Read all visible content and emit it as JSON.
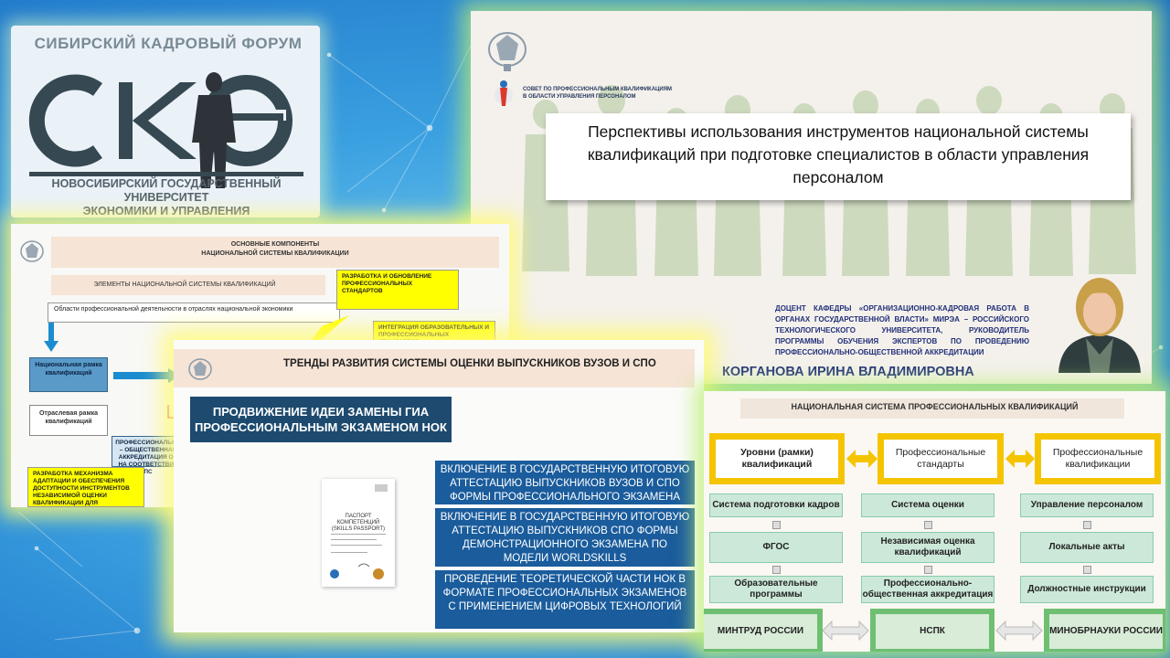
{
  "logo": {
    "forum_name": "СИБИРСКИЙ КАДРОВЫЙ ФОРУМ",
    "monogram_letters": "СКФ",
    "university_line1": "НОВОСИБИРСКИЙ ГОСУДАРСТВЕННЫЙ УНИВЕРСИТЕТ",
    "university_line2": "ЭКОНОМИКИ И УПРАВЛЕНИЯ"
  },
  "main_slide": {
    "council_line1": "СОВЕТ ПО ПРОФЕССИОНАЛЬНЫМ КВАЛИФИКАЦИЯМ",
    "council_line2": "В ОБЛАСТИ УПРАВЛЕНИЯ ПЕРСОНАЛОМ",
    "title": "Перспективы использования инструментов национальной системы квалификаций при подготовке специалистов в области управления персоналом",
    "presenter_position": "ДОЦЕНТ КАФЕДРЫ «ОРГАНИЗАЦИОННО-КАДРОВАЯ РАБОТА В ОРГАНАХ ГОСУДАРСТВЕННОЙ ВЛАСТИ» МИРЭА – РОССИЙСКОГО ТЕХНОЛОГИЧЕСКОГО УНИВЕРСИТЕТА, РУКОВОДИТЕЛЬ ПРОГРАММЫ ОБУЧЕНИЯ ЭКСПЕРТОВ ПО ПРОВЕДЕНИЮ ПРОФЕССИОНАЛЬНО-ОБЩЕСТВЕННОЙ АККРЕДИТАЦИИ",
    "presenter_name": "КОРГАНОВА ИРИНА ВЛАДИМИРОВНА"
  },
  "left_slide": {
    "title_line1": "ОСНОВНЫЕ КОМПОНЕНТЫ",
    "title_line2": "НАЦИОНАЛЬНОЙ СИСТЕМЫ КВАЛИФИКАЦИИ",
    "elements_label": "ЭЛЕМЕНТЫ НАЦИОНАЛЬНОЙ СИСТЕМЫ КВАЛИФИКАЦИЙ",
    "prof_areas": "Области профессиональной деятельности в отраслях национальной экономики",
    "yellow1": "РАЗРАБОТКА И ОБНОВЛЕНИЕ ПРОФЕССИОНАЛЬНЫХ СТАНДАРТОВ",
    "yellow2": "ИНТЕГРАЦИЯ ОБРАЗОВАТЕЛЬНЫХ И ПРОФЕССИОНАЛЬНЫХ СТАНДАРТОВ",
    "national_frame": "Национальная рамка квалификаций",
    "industry_frame": "Отраслевая рамка квалификаций",
    "accreditation": "ПРОФЕССИОНАЛЬНО – ОБЩЕСТВЕННАЯ АККРЕДИТАЦИЯ ОП НА СООТВЕТСТВИЕ ПС",
    "yellow3": "РАЗРАБОТКА МЕХАНИЗМА АДАПТАЦИИ И ОБЕСПЕЧЕНИЯ ДОСТУПНОСТИ ИНСТРУМЕНТОВ НЕЗАВИСИМОЙ ОЦЕНКИ КВАЛИФИКАЦИИ ДЛЯ ВЫПУСКНИКОВ"
  },
  "center_slide": {
    "title": "ТРЕНДЫ РАЗВИТИЯ СИСТЕМЫ ОЦЕНКИ ВЫПУСКНИКОВ ВУЗОВ И СПО",
    "highlight": "ПРОДВИЖЕНИЕ ИДЕИ ЗАМЕНЫ ГИА ПРОФЕССИОНАЛЬНЫМ ЭКЗАМЕНОМ НОК",
    "item1": "ВКЛЮЧЕНИЕ В ГОСУДАРСТВЕННУЮ ИТОГОВУЮ АТТЕСТАЦИЮ ВЫПУСКНИКОВ ВУЗОВ И СПО ФОРМЫ ПРОФЕССИОНАЛЬНОГО ЭКЗАМЕНА НОК",
    "item2": "ВКЛЮЧЕНИЕ В ГОСУДАРСТВЕННУЮ ИТОГОВУЮ АТТЕСТАЦИЮ ВЫПУСКНИКОВ СПО ФОРМЫ ДЕМОНСТРАЦИОННОГО ЭКЗАМЕНА ПО МОДЕЛИ WORLDSKILLS",
    "item3": "ПРОВЕДЕНИЕ ТЕОРЕТИЧЕСКОЙ ЧАСТИ НОК В ФОРМАТЕ ПРОФЕССИОНАЛЬНЫХ ЭКЗАМЕНОВ С ПРИМЕНЕНИЕМ ЦИФРОВЫХ ТЕХНОЛОГИЙ",
    "passport_title": "ПАСПОРТ КОМПЕТЕНЦИЙ",
    "passport_subtitle": "(SKILLS PASSPORT)"
  },
  "right_slide": {
    "title": "НАЦИОНАЛЬНАЯ СИСТЕМА ПРОФЕССИОНАЛЬНЫХ КВАЛИФИКАЦИЙ",
    "col1_head": "Уровни (рамки) квалификаций",
    "col2_head": "Профессиональные стандарты",
    "col3_head": "Профессиональные квалификации",
    "col1": [
      "Система подготовки кадров",
      "ФГОС",
      "Образовательные программы"
    ],
    "col2": [
      "Система оценки",
      "Независимая оценка квалификаций",
      "Профессионально-общественная аккредитация"
    ],
    "col3": [
      "Управление персоналом",
      "Локальные акты",
      "Должностные инструкции"
    ],
    "bottom": [
      "МИНТРУД РОССИИ",
      "НСПК",
      "МИНОБРНАУКИ РОССИИ"
    ]
  },
  "colors": {
    "background_blue": "#3aa0e0",
    "yellow_accent": "#ffff00",
    "frame_yellow": "#f5c400",
    "navy": "#1d4a6e",
    "item_blue": "#1a5c9c",
    "green_box": "#cce8d8",
    "glow_green": "#bef078"
  }
}
